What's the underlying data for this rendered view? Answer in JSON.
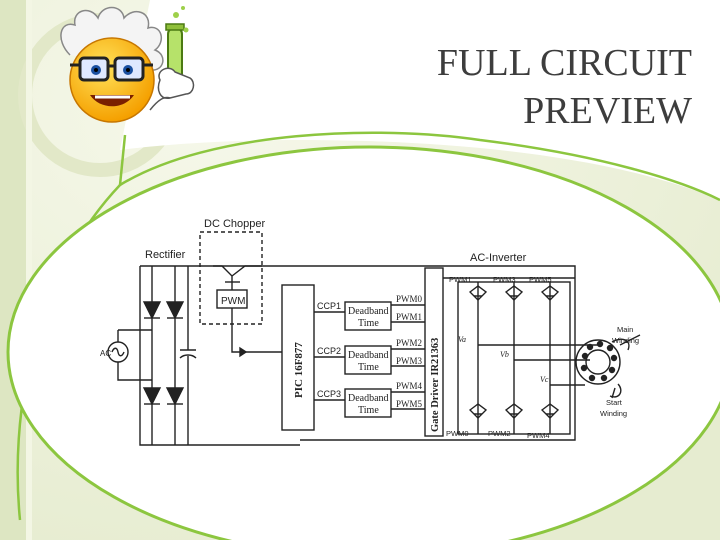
{
  "slide": {
    "title_line1": "FULL CIRCUIT",
    "title_line2": "PREVIEW"
  },
  "diagram": {
    "dc_chopper": "DC Chopper",
    "rectifier": "Rectifier",
    "ac_inverter": "AC-Inverter",
    "pwm_box": "PWM",
    "ac_source": "AC",
    "pic": "PIC 16F877",
    "gate_driver": "Gate Driver IR21363",
    "ccp1": "CCP1",
    "ccp2": "CCP2",
    "ccp3": "CCP3",
    "deadband_1": "Deadband",
    "deadband_2": "Deadband",
    "deadband_3": "Deadband",
    "time_1": "Time",
    "time_2": "Time",
    "time_3": "Time",
    "pwm0_in": "PWM0",
    "pwm1_in": "PWM1",
    "pwm2_in": "PWM2",
    "pwm3_in": "PWM3",
    "pwm4_in": "PWM4",
    "pwm5_in": "PWM5",
    "pwm1_top": "PWM1",
    "pwm3_top": "PWM3",
    "pwm5_top": "PWM5",
    "pwm0_bot": "PWM0",
    "pwm2_bot": "PWM2",
    "pwm4_bot": "PWM4",
    "va": "Va",
    "vb": "Vb",
    "vc": "Vc",
    "main_winding_1": "Main",
    "main_winding_2": "Winding",
    "start_winding_1": "Start",
    "start_winding_2": "Winding"
  },
  "colors": {
    "accent_green": "#8cc63f",
    "background_green": "#eef2dc",
    "stripe_green": "#dde6c2",
    "title_text": "#3d3d3d"
  }
}
